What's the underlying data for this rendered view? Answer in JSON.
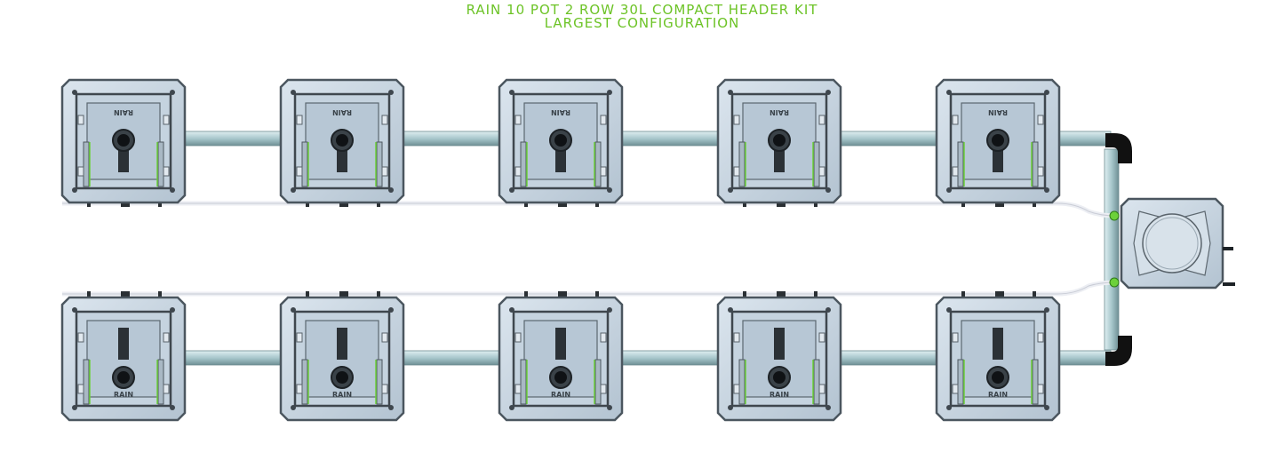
{
  "title": {
    "line1": "RAIN 10 POT 2 ROW 30L COMPACT HEADER KIT",
    "line2": "LARGEST CONFIGURATION"
  },
  "pot_label": "RAIN",
  "pot_count": 10,
  "rows": 2,
  "pots_per_row": 5,
  "colors": {
    "title": "#6cc326",
    "pot_body": "#c6d4e0",
    "pot_border": "#4b565f",
    "pipe": "#a9c7cc",
    "elbow": "#111111",
    "valve": "#6cd13a"
  }
}
